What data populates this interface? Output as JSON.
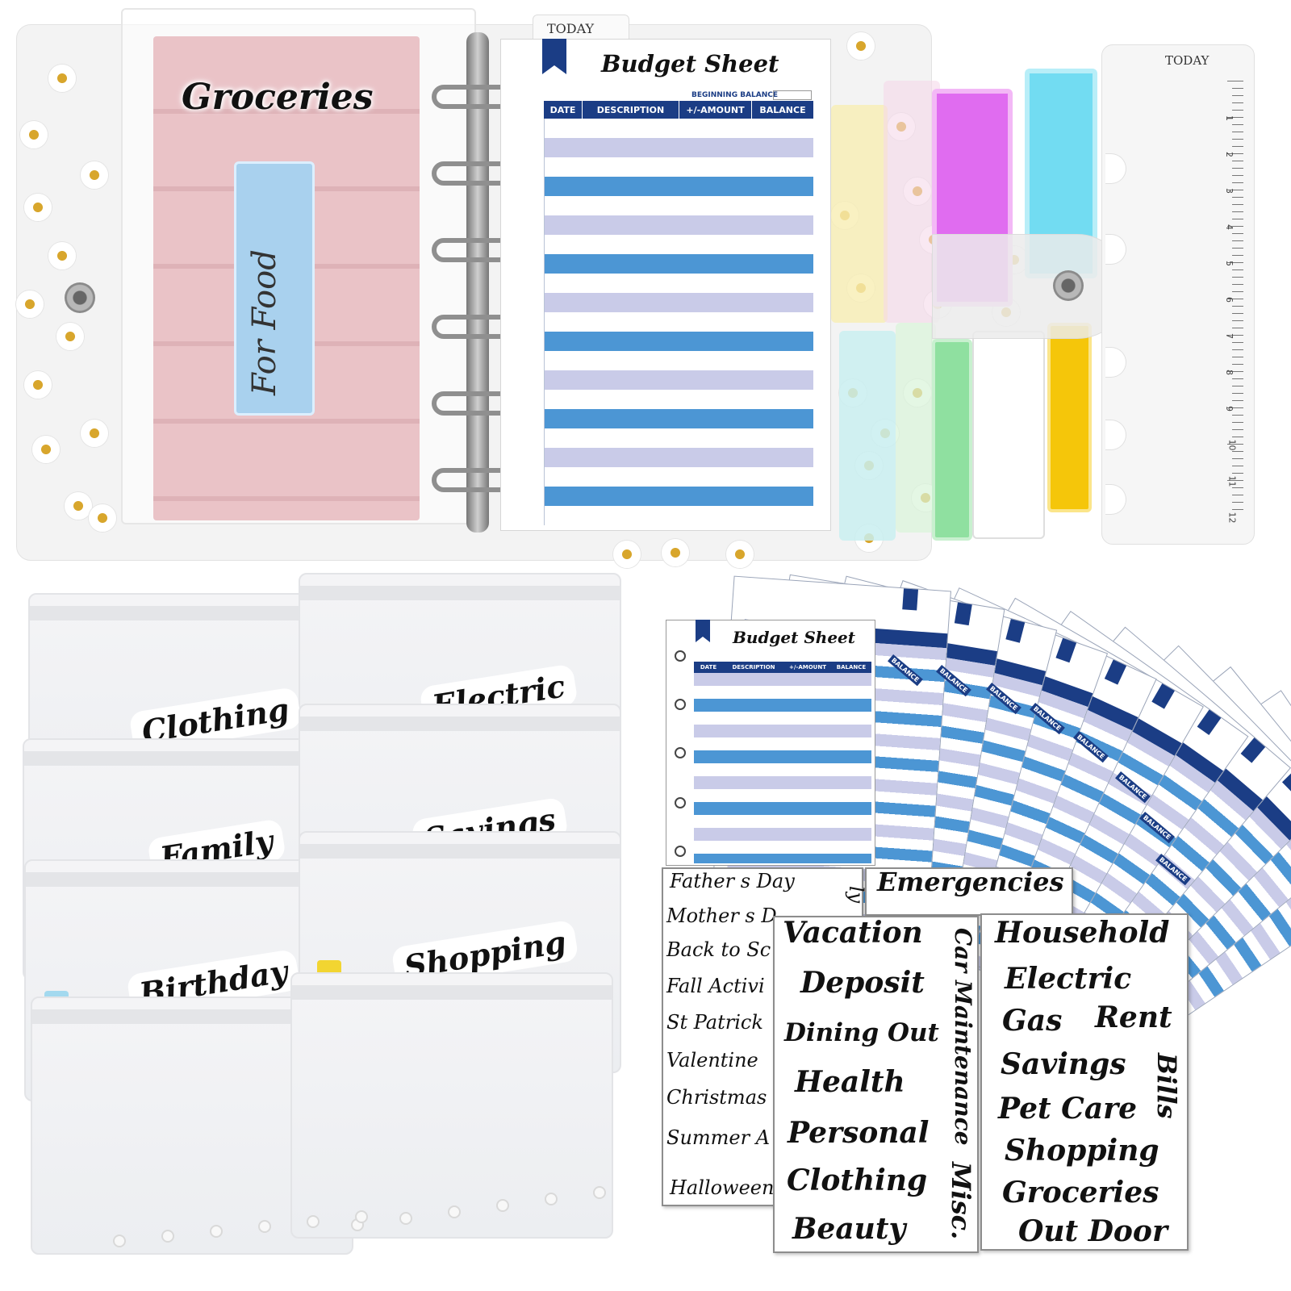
{
  "binder": {
    "pocket_label": "Groceries",
    "tag_text": "For Food",
    "today_tab": "TODAY",
    "ruler_label": "TODAY",
    "ruler_numbers": [
      "1",
      "2",
      "3",
      "4",
      "5",
      "6",
      "7",
      "8",
      "9",
      "10",
      "11",
      "12"
    ]
  },
  "budget_sheet": {
    "title": "Budget Sheet",
    "beginning_balance_label": "BEGINNING BALANCE",
    "columns": [
      "DATE",
      "DESCRIPTION",
      "+/-AMOUNT",
      "BALANCE"
    ]
  },
  "pouches": [
    {
      "label": "Clothing",
      "tab_color": "#ffffff"
    },
    {
      "label": "Electric",
      "tab_color": "#f7a8d8"
    },
    {
      "label": "Family",
      "tab_color": "#ef86e6"
    },
    {
      "label": "Savings",
      "tab_color": "#8fe0a0"
    },
    {
      "label": "Birthday",
      "tab_color": "#9ad6ee"
    },
    {
      "label": "Shopping",
      "tab_color": "#f2d21c"
    }
  ],
  "fan_sheets": {
    "front_title": "Budget Sheet",
    "front_columns": [
      "DATE",
      "DESCRIPTION",
      "+/-AMOUNT",
      "BALANCE"
    ],
    "fragment_label": "BALANCE"
  },
  "stickers": {
    "holidays": [
      "Father s Day",
      "Mother s D",
      "Back to Sc",
      "Fall Activi",
      "St Patrick",
      "Valentine",
      "Christmas",
      "Summer A",
      "Halloween"
    ],
    "holidays_side": "ly",
    "emergencies": "Emergencies",
    "middle": [
      "Vacation",
      "Deposit",
      "Dining Out",
      "Health",
      "Personal",
      "Clothing",
      "Beauty"
    ],
    "middle_side": [
      "Car Maintenance",
      "Misc."
    ],
    "right": [
      "Household",
      "Electric",
      "Gas",
      "Rent",
      "Savings",
      "Pet Care",
      "Shopping",
      "Groceries",
      "Out Door"
    ],
    "right_side": "Bills"
  },
  "colors": {
    "navy": "#1b3d85",
    "stripe_blue": "#4c96d4",
    "stripe_lavender": "#c9cbe8",
    "divider_purple": "#e06cf0",
    "divider_cyan": "#72dcf2",
    "divider_green": "#8fe0a0",
    "divider_yellow": "#f5c60a",
    "divider_pale_yellow": "#f7eeb3",
    "divider_pale_cyan": "#c9eef0"
  }
}
